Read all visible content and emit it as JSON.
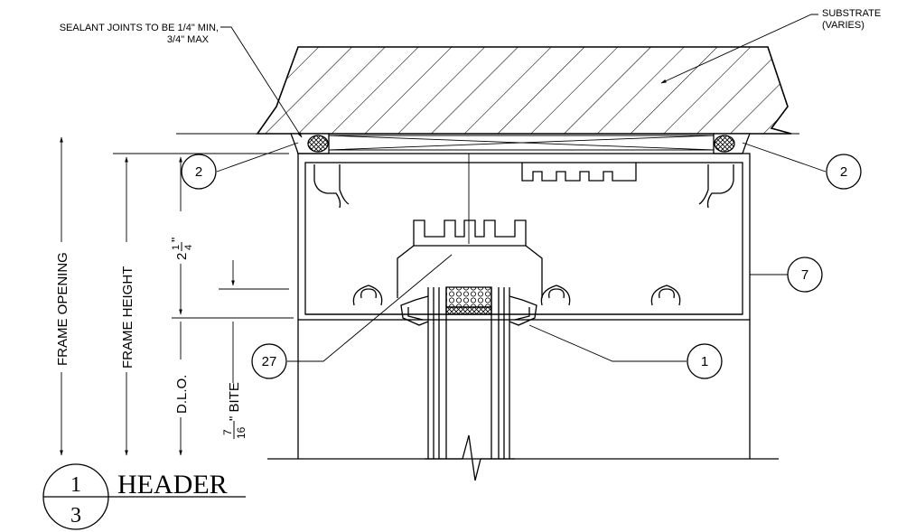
{
  "notes": {
    "sealant_line1": "SEALANT JOINTS TO BE 1/4\" MIN,",
    "sealant_line2": "3/4\" MAX",
    "substrate_line1": "SUBSTRATE",
    "substrate_line2": "(VARIES)"
  },
  "dimensions": {
    "frame_opening": "FRAME OPENING",
    "frame_height": "FRAME HEIGHT",
    "dlo": "D.L.O.",
    "header_depth_whole": "2",
    "header_depth_num": "1",
    "header_depth_den": "4",
    "header_depth_unit": "\"",
    "bite_num": "7",
    "bite_den": "16",
    "bite_label": "\" BITE"
  },
  "callouts": {
    "sealant_left": "2",
    "sealant_right": "2",
    "frame_member": "7",
    "setting_block": "27",
    "glazing_gasket": "1"
  },
  "title": {
    "detail_number": "1",
    "sheet_number": "3",
    "name": "HEADER"
  }
}
